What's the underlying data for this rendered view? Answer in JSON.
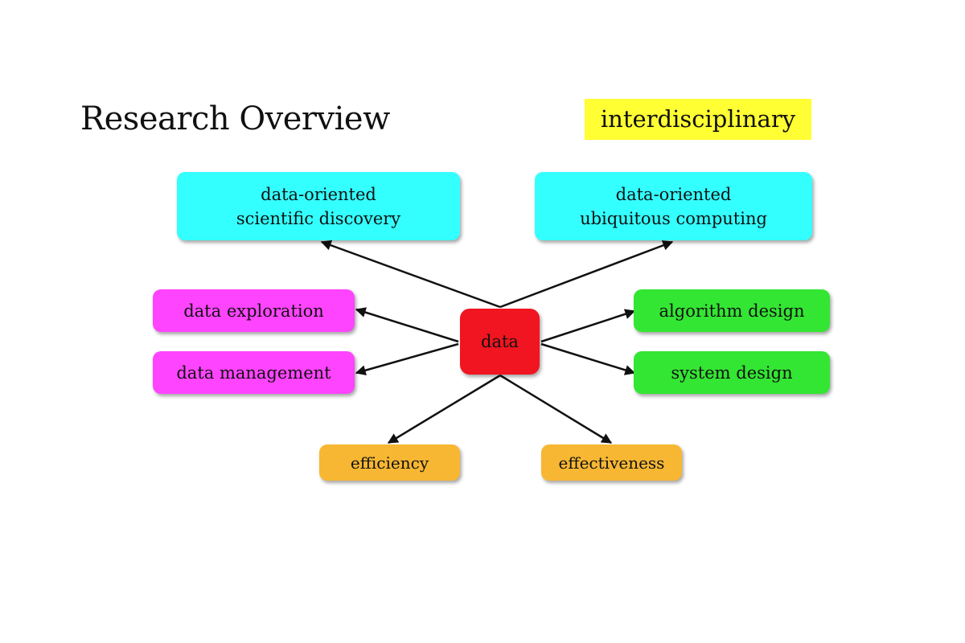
{
  "title": "Research Overview",
  "tag": {
    "label": "interdisciplinary",
    "color": "#ffff33"
  },
  "center": {
    "label": "data",
    "color": "#f01520"
  },
  "nodes": {
    "scientific_discovery": {
      "label": "data-oriented\nscientific discovery",
      "color": "#33ffff"
    },
    "ubiquitous_computing": {
      "label": "data-oriented\nubiquitous computing",
      "color": "#33ffff"
    },
    "data_exploration": {
      "label": "data exploration",
      "color": "#ff44ff"
    },
    "data_management": {
      "label": "data management",
      "color": "#ff44ff"
    },
    "algorithm_design": {
      "label": "algorithm design",
      "color": "#33e633"
    },
    "system_design": {
      "label": "system design",
      "color": "#33e633"
    },
    "efficiency": {
      "label": "efficiency",
      "color": "#f7b733"
    },
    "effectiveness": {
      "label": "effectiveness",
      "color": "#f7b733"
    }
  },
  "edges": [
    {
      "from": "center",
      "to": "scientific_discovery"
    },
    {
      "from": "center",
      "to": "ubiquitous_computing"
    },
    {
      "from": "center",
      "to": "data_exploration"
    },
    {
      "from": "center",
      "to": "data_management"
    },
    {
      "from": "center",
      "to": "algorithm_design"
    },
    {
      "from": "center",
      "to": "system_design"
    },
    {
      "from": "center",
      "to": "efficiency"
    },
    {
      "from": "center",
      "to": "effectiveness"
    }
  ]
}
